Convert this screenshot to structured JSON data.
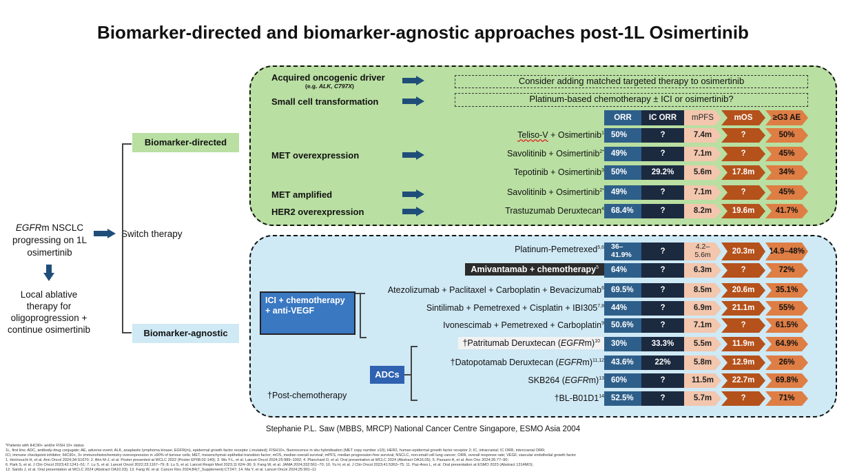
{
  "title": "Biomarker-directed and biomarker-agnostic approaches post-1L Osimertinib",
  "left": {
    "egfr_prefix": "EGFR",
    "egfr_line1": "m NSCLC",
    "egfr_line2": "progressing on 1L",
    "egfr_line3": "osimertinib",
    "switch": "Switch therapy",
    "local": [
      "Local ablative",
      "therapy for",
      "oligoprogression +",
      "continue osimertinib"
    ]
  },
  "categories": {
    "directed": "Biomarker-directed",
    "agnostic": "Biomarker-agnostic"
  },
  "green": {
    "acquired": "Acquired oncogenic driver",
    "acquired_sub_prefix": "(e.g. ",
    "acquired_sub_em": "ALK, C797X",
    "acquired_sub_suffix": ")",
    "acquired_note": "Consider adding matched targeted therapy to osimertinib",
    "sclc": "Small cell transformation",
    "sclc_note": "Platinum-based chemotherapy ± ICI or osimertinib?",
    "met_over": "MET overexpression",
    "met_amp": "MET amplified",
    "her2": "HER2 overexpression"
  },
  "headers": [
    "ORR",
    "IC ORR",
    "mPFS",
    "mOS",
    "≥G3 AE"
  ],
  "green_rows": [
    {
      "name": "Teliso-V + Osimertinib",
      "sup": "1",
      "v": [
        "50%",
        "?",
        "7.4m",
        "?",
        "50%"
      ]
    },
    {
      "name": "Savolitinib + Osimertinib",
      "sup": "2*",
      "v": [
        "49%",
        "?",
        "7.1m",
        "?",
        "45%"
      ]
    },
    {
      "name": "Tepotinib + Osimertinib",
      "sup": "3",
      "v": [
        "50%",
        "29.2%",
        "5.6m",
        "17.8m",
        "34%"
      ]
    },
    {
      "name": "Savolitinib + Osimertinib",
      "sup": "2*",
      "v": [
        "49%",
        "?",
        "7.1m",
        "?",
        "45%"
      ]
    },
    {
      "name": "Trastuzumab Deruxtecan",
      "sup": "4",
      "v": [
        "68.4%",
        "?",
        "8.2m",
        "19.6m",
        "41.7%"
      ]
    }
  ],
  "blue_rows": [
    {
      "name": "Platinum-Pemetrexed",
      "sup": "5,6",
      "v": [
        "36–41.9%",
        "?",
        "4.2–5.6m",
        "20.3m",
        "14.9–48%"
      ]
    },
    {
      "name": "Amivantamab + chemotherapy",
      "sup": "5",
      "v": [
        "64%",
        "?",
        "6.3m",
        "?",
        "72%"
      ]
    },
    {
      "name": "Atezolizumab + Paclitaxel + Carboplatin + Bevacizumab",
      "sup": "6",
      "v": [
        "69.5%",
        "?",
        "8.5m",
        "20.6m",
        "35.1%"
      ]
    },
    {
      "name": "Sintilimab + Pemetrexed + Cisplatin + IBI305",
      "sup": "7,8",
      "v": [
        "44%",
        "?",
        "6.9m",
        "21.1m",
        "55%"
      ]
    },
    {
      "name": "Ivonescimab + Pemetrexed + Carboplatin",
      "sup": "9",
      "v": [
        "50.6%",
        "?",
        "7.1m",
        "?",
        "61.5%"
      ]
    },
    {
      "name": "Patritumab Deruxtecan (EGFRm)",
      "dagger": "†",
      "sup": "10",
      "v": [
        "30%",
        "33.3%",
        "5.5m",
        "11.9m",
        "64.9%"
      ]
    },
    {
      "name": "Datopotamab Deruxtecan (EGFRm)",
      "dagger": "†",
      "sup": "11,12",
      "v": [
        "43.6%",
        "22%",
        "5.8m",
        "12.9m",
        "26%"
      ]
    },
    {
      "name": "SKB264 (EGFRm)",
      "sup": "13",
      "v": [
        "60%",
        "?",
        "11.5m",
        "22.7m",
        "69.8%"
      ]
    },
    {
      "name": "BL-B01D1",
      "dagger": "†",
      "sup": "14",
      "v": [
        "52.5%",
        "?",
        "5.7m",
        "?",
        "71%"
      ]
    }
  ],
  "ici_box": "ICI + chemotherapy + anti-VEGF",
  "adcs": "ADCs",
  "post_chemo": "†Post-chemotherapy",
  "credit": "Stephanie P.L. Saw (MBBS, MRCP) National Cancer Centre Singapore, ESMO Asia 2004",
  "footnotes": [
    "*Patients with IHC90+ and/or FISH 10+ status",
    "1L, first line; ADC, antibody-drug conjugate; AE, adverse event; ALK, anaplastic lymphoma kinase; EGFR(m), epidermal growth factor receptor (-mutated); FISH10+, fluorescence in situ hybridisation (MET copy number ≥10); HER2, human epidermal growth factor receptor 2; IC, intracranial; IC ORR, intercranial ORR;",
    "ICI, immune checkpoint inhibitor; IHC90+, 3+ immunohistochemistry overexpression in ≥90% of tumour cells; MET, mesenchymal–epithelial transition factor; mOS, median overall survival; mPFS, median progression-free survival; NSCLC, non-small cell lung cancer; ORR, overall response rate; VEGF, vascular endothelial growth factor",
    "1. Horinouchi H, et al. Ann Oncol 2024;34:S1670; 2. Ahn M-J, et al. Poster presented at WCLC 2022 (Poster EP08.02-140); 3. Wu Y-L, et al. Lancet Oncol 2024;25:989–1002; 4. Planchard D, et al. Oral presentation at WCLC 2024 (Abstract OA16.05); 5. Passaro A, et al. Ann Onc 2024;35:77–90;",
    "6. Park S, et al. J Clin Oncol 2023;42:1241–51; 7. Lu S, et al. Lancet Oncol 2022;23:1167–79; 8. Lu S, et al. Lancet Respir Med 2023;11:624–36; 9. Fang W, et al. JAMA 2024;332:561–70; 10. Yu H, et al. J Clin Oncol 2023;41:5363–75; 11. Paz-Ares L, et al. Oral presentation at ESMO 2023 (Abstract 1314MO);",
    "12. Sands J, et al. Oral presentation at WCLC 2024 (Abstract OA10.03); 13. Fang W, et al. Cancer Res 2024;84(7_Supplement):CT247; 14. Ma Y, et al. Lancet Oncol 2024;25:901–11"
  ]
}
